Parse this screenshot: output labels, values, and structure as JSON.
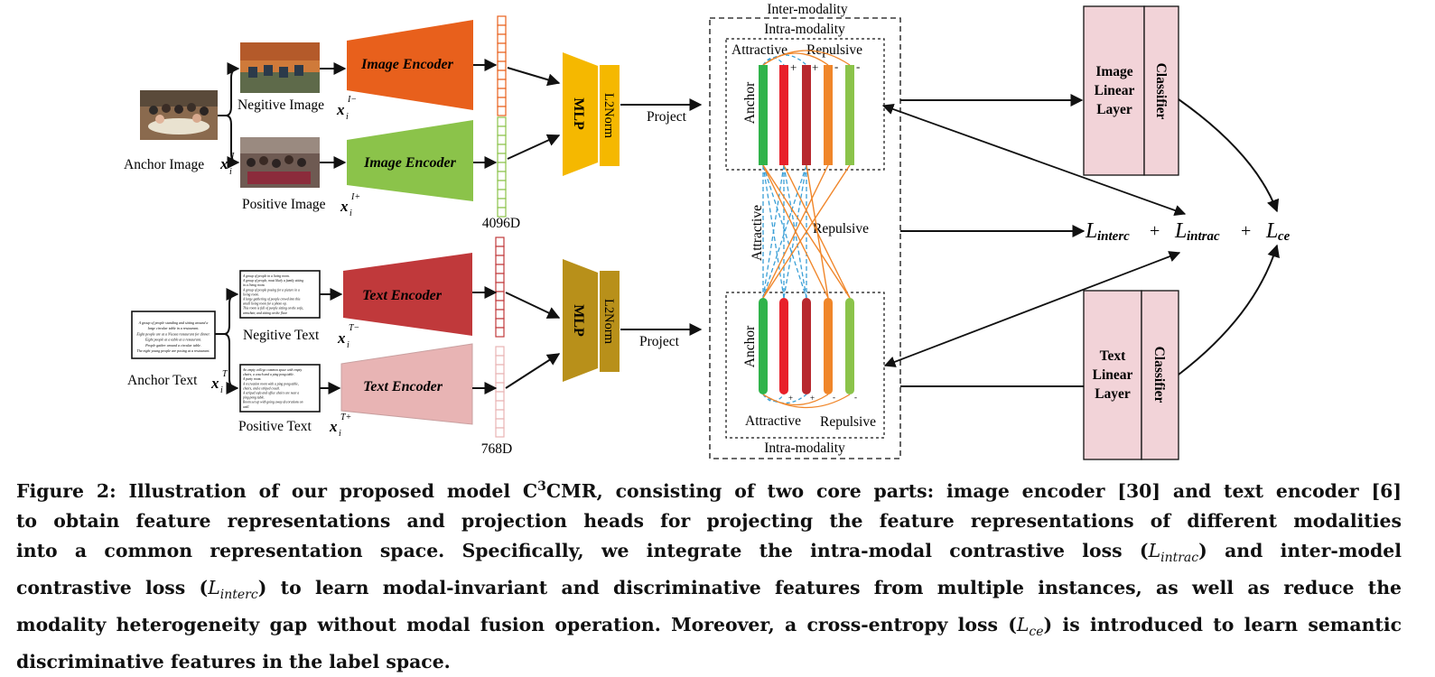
{
  "diagram": {
    "inter_modality": "Inter-modality",
    "intra_modality_top": "Intra-modality",
    "intra_modality_bottom": "Intra-modality",
    "anchor_image": "Anchor Image",
    "negative_image": "Negitive Image",
    "positive_image": "Positive Image",
    "anchor_text": "Anchor Text",
    "negative_text": "Negitive Text",
    "positive_text": "Positive Text",
    "image_encoder": "Image Encoder",
    "text_encoder": "Text Encoder",
    "dim_image": "4096D",
    "dim_text": "768D",
    "mlp": "MLP",
    "l2norm": "L2Norm",
    "project": "Project",
    "anchor": "Anchor",
    "attractive": "Attractive",
    "repulsive": "Repulsive",
    "image_linear_layer": [
      "Image",
      "Linear",
      "Layer"
    ],
    "text_linear_layer": [
      "Text",
      "Linear",
      "Layer"
    ],
    "classifier": "Classifier",
    "loss_interc": "interc",
    "loss_intrac": "intrac",
    "loss_ce": "ce",
    "plus": "+",
    "minus": "-",
    "anchor_text_doc": [
      "A group of people standing and sitting around a",
      "large circular table in a restaurant.",
      "Eight people are at a Nicaea restaurant for dinner.",
      "Eight people at a table at a restaurant.",
      "People gather around a circular table.",
      "The eight young people are posing at a restaurant."
    ],
    "negative_text_doc": [
      "A group of people in a living room.",
      "A group of people, most likely a family sitting",
      "in a living room.",
      "A group of people posing for a picture in a",
      "living room.",
      "A large gathering of people crowd into this",
      "small living room for a photo op.",
      "This room is full of people sitting on the sofa,",
      "armchair, and sitting on the floor."
    ],
    "positive_text_doc": [
      "An empty college common space with empty",
      "chairs, a couch and a ping pong table.",
      "A party room.",
      "A recreation room with a ping pong table,",
      "chairs, and a striped couch.",
      "A striped sofa and office chairs are near a",
      "ping pong table.",
      "Room set up with going away decorations on",
      "wall."
    ],
    "colors": {
      "image_encoder_neg": "#e8601c",
      "image_encoder_pos": "#8bc34a",
      "text_encoder_neg": "#c0393b",
      "text_encoder_pos": "#e8b4b4",
      "mlp_image": "#f5b800",
      "mlp_text": "#b8901a",
      "linear_layer": "#f2d3d8",
      "attractive_line": "#3a9fd6",
      "repulsive_line": "#f0862a"
    }
  },
  "caption": {
    "lines": [
      "Figure 2: Illustration of our proposed model C",
      "3",
      "CMR, consisting of two core parts: image encoder [30] and text encoder [6]",
      "to obtain feature representations and projection heads for projecting the feature representations of different modalities",
      "into a common representation space. Specifically, we integrate the intra-modal contrastive loss (",
      "L",
      "intrac",
      ") and inter-model",
      "contrastive loss (",
      "L",
      "interc",
      ") to learn modal-invariant and discriminative features from multiple instances, as well as reduce the",
      "modality heterogeneity gap without modal fusion operation. Moreover, a cross-entropy loss (",
      "L",
      "ce",
      ") is introduced to learn semantic",
      "discriminative features in the label space."
    ]
  }
}
